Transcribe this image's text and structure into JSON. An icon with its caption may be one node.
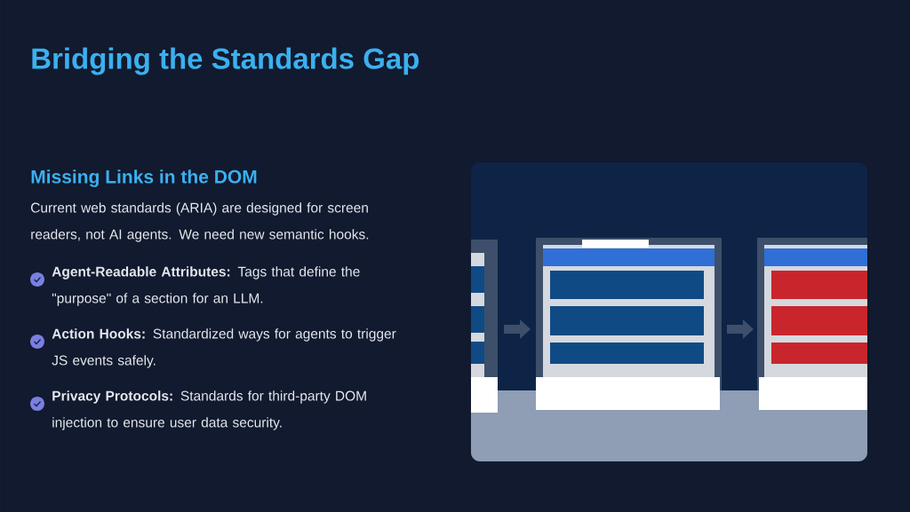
{
  "diagram": {
    "title": "Bridging the Standards Gap",
    "labels": [
      "Missing Links in the DOM",
      "Current web standards (ARIA) are designed for screen readers, not AI agents. We need new semantic hooks.",
      "**Agent-Readable Attributes:** Tags that define the \"purpose\" of a section for an LLM.",
      "**Action Hooks:** Standardized ways for agents to trigger JS events safely.",
      "**Privacy Protocols:** Standards for third-party DOM injection to ensure user data security."
    ]
  }
}
